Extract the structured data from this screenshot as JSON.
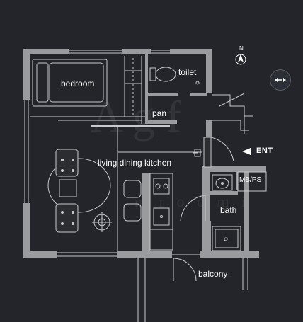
{
  "rooms": {
    "bedroom": "bedroom",
    "toilet": "toilet",
    "pan": "pan",
    "living_dining_kitchen": "living dining kitchen",
    "bath": "bath",
    "balcony": "balcony",
    "mb_ps": "MB/PS"
  },
  "entrance": {
    "label": "ENT"
  },
  "compass": {
    "letter": "N"
  },
  "watermark": {
    "large": "A g f",
    "small": "m r o o m i"
  },
  "colors": {
    "background": "#23252a",
    "wall": "#9a9b9e",
    "line": "#c8c9cc",
    "fixture_fill": "#2b2d31"
  },
  "icons": {
    "nav": "expand-arrows-icon",
    "north": "north-arrow-icon",
    "entrance": "entrance-arrow-icon"
  }
}
